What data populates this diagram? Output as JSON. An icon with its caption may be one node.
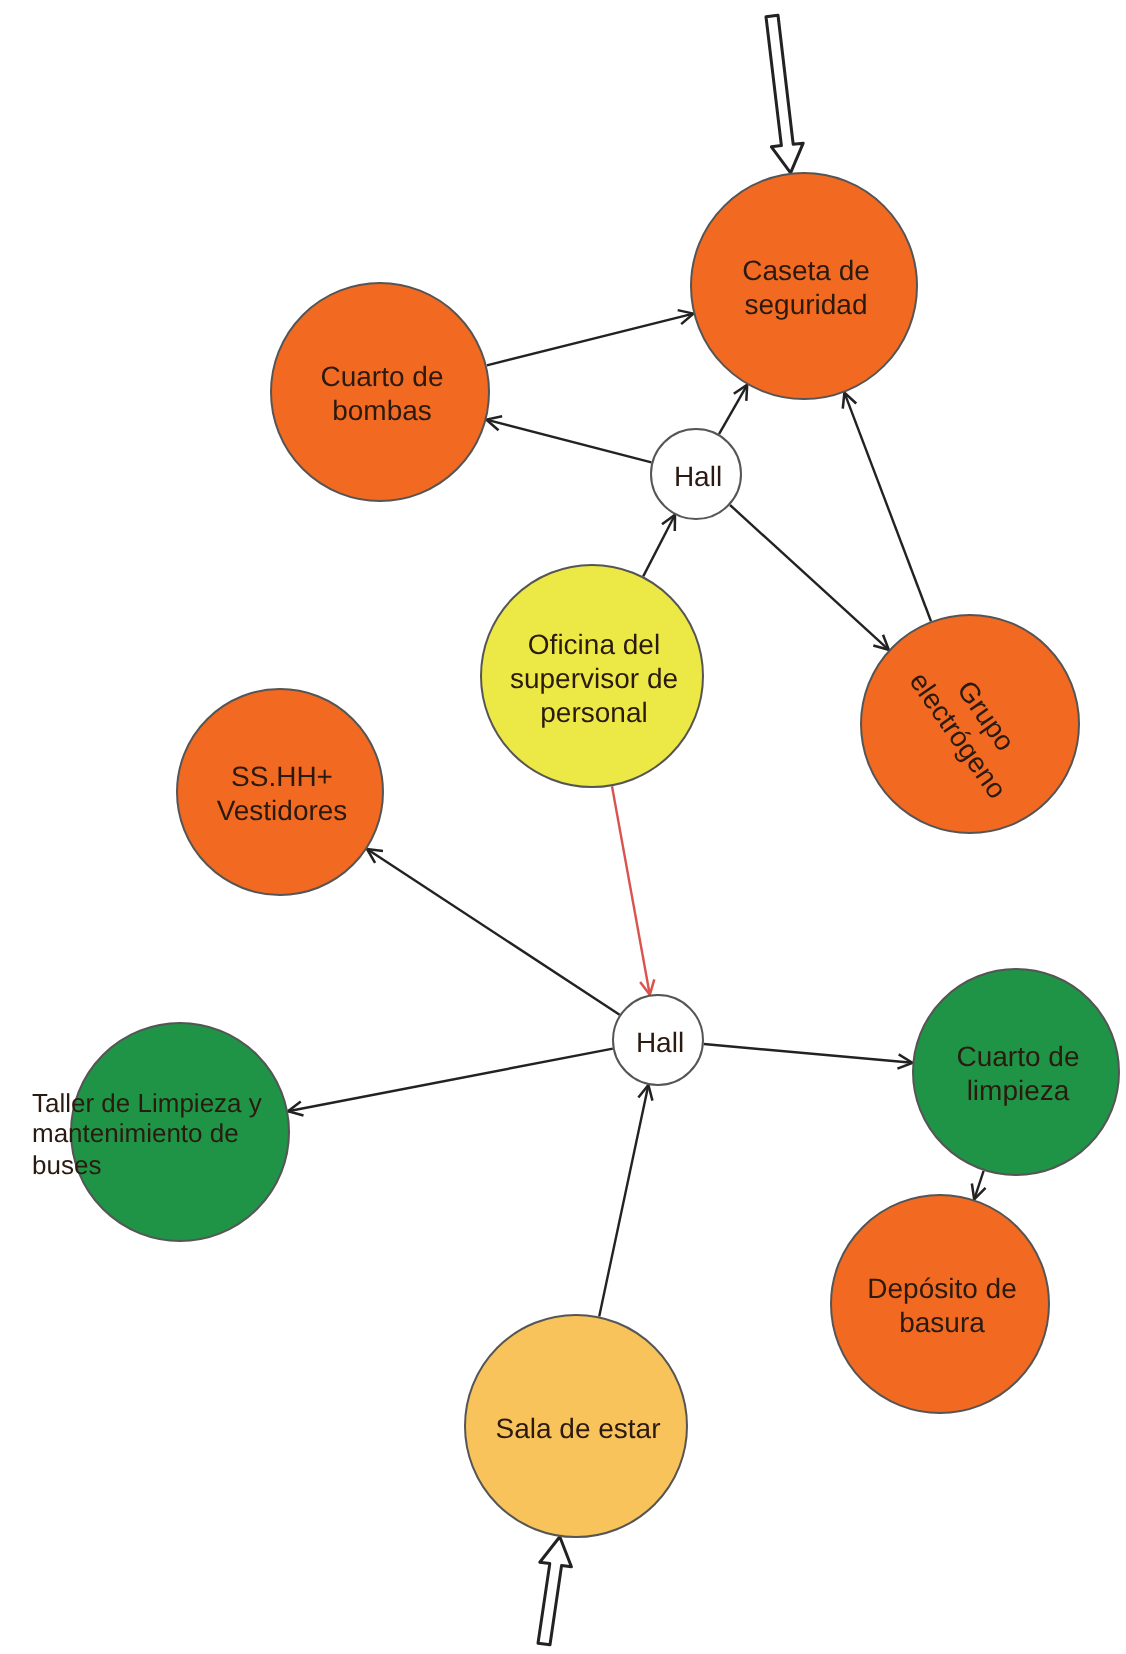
{
  "diagram": {
    "nodes": [
      {
        "text": [
          "Caseta de seguridad"
        ]
      },
      {
        "text": [
          "Cuarto de bombas"
        ]
      },
      {
        "text": [
          "Hall"
        ]
      },
      {
        "text": [
          "Oficina del supervisor de personal"
        ]
      },
      {
        "text": [
          "Grupo electrógeno"
        ]
      },
      {
        "text": [
          "SS.HH+ Vestidores"
        ]
      },
      {
        "text": [
          "Hall"
        ]
      },
      {
        "text": [
          "Taller de Limpieza y mantenimiento de buses"
        ]
      },
      {
        "text": [
          "Cuarto de limpieza"
        ]
      },
      {
        "text": [
          "Depósito de basura"
        ]
      },
      {
        "text": [
          "Sala de estar"
        ]
      }
    ],
    "edges": [
      {
        "from": null,
        "to": 0,
        "arrow": "to",
        "style": "thick"
      },
      {
        "from": 1,
        "to": 0,
        "arrow": "to"
      },
      {
        "from": 2,
        "to": 1,
        "arrow": "to"
      },
      {
        "from": 2,
        "to": 0,
        "arrow": "to"
      },
      {
        "from": 2,
        "to": 4,
        "arrow": "to"
      },
      {
        "from": 4,
        "to": 0,
        "arrow": "to"
      },
      {
        "from": 3,
        "to": 2,
        "arrow": "to"
      },
      {
        "from": 3,
        "to": 6,
        "arrow": "to",
        "color": "#d9534f"
      },
      {
        "from": 6,
        "to": 5,
        "arrow": "to"
      },
      {
        "from": 6,
        "to": 7,
        "arrow": "to"
      },
      {
        "from": 6,
        "to": 8,
        "arrow": "to"
      },
      {
        "from": 8,
        "to": 9,
        "arrow": "to"
      },
      {
        "from": 10,
        "to": 6,
        "arrow": "to"
      },
      {
        "from": null,
        "to": 10,
        "arrow": "to",
        "style": "thick"
      }
    ]
  }
}
